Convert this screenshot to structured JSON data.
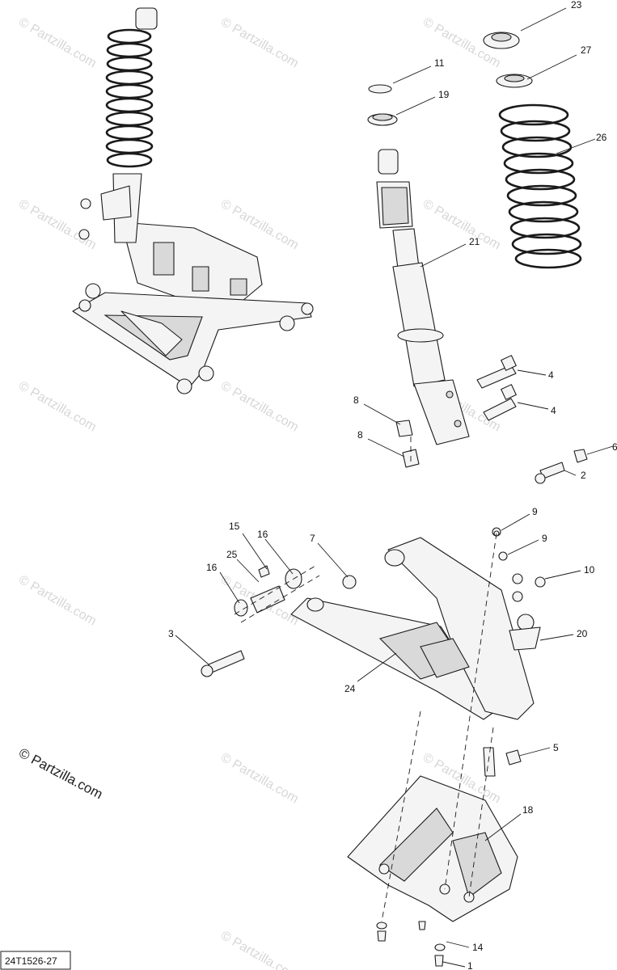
{
  "watermark": "© Partzilla.com",
  "copyright": "© Partzilla.com",
  "diagram_ref": "24T1526-27",
  "callouts": {
    "c1": "1",
    "c2": "2",
    "c3": "3",
    "c4a": "4",
    "c4b": "4",
    "c5": "5",
    "c6": "6",
    "c7": "7",
    "c8a": "8",
    "c8b": "8",
    "c9a": "9",
    "c9b": "9",
    "c10": "10",
    "c11": "11",
    "c14": "14",
    "c15": "15",
    "c16a": "16",
    "c16b": "16",
    "c18": "18",
    "c19": "19",
    "c20": "20",
    "c21": "21",
    "c23": "23",
    "c24": "24",
    "c25": "25",
    "c26": "26",
    "c27": "27"
  }
}
